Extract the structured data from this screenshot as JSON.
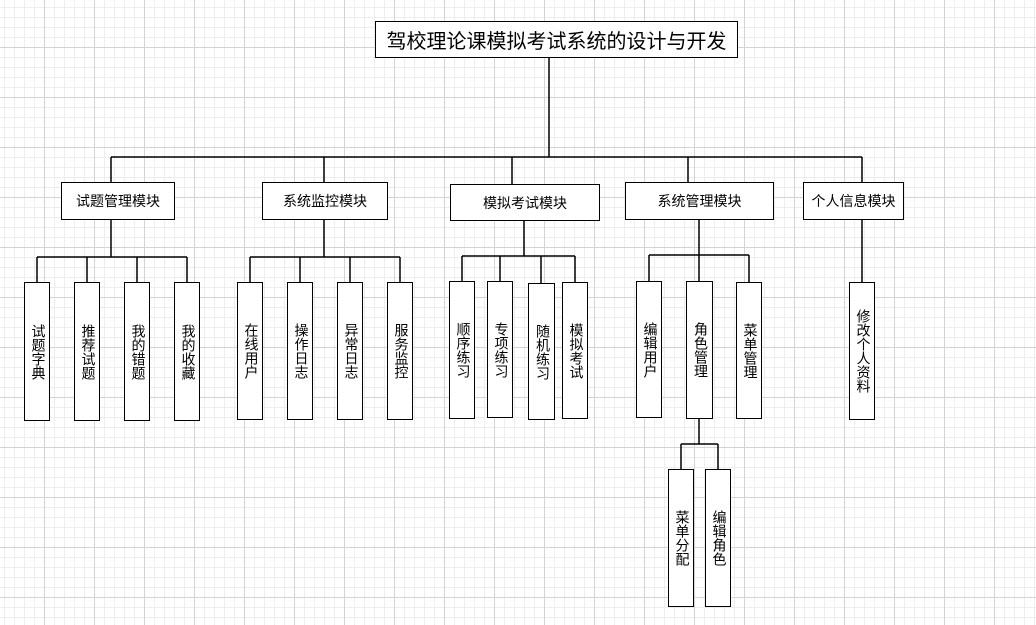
{
  "title": "驾校理论课模拟考试系统的设计与开发",
  "modules": [
    {
      "label": "试题管理模块",
      "children": [
        "试题字典",
        "推荐试题",
        "我的错题",
        "我的收藏"
      ]
    },
    {
      "label": "系统监控模块",
      "children": [
        "在线用户",
        "操作日志",
        "异常日志",
        "服务监控"
      ]
    },
    {
      "label": "模拟考试模块",
      "children": [
        "顺序练习",
        "专项练习",
        "随机练习",
        "模拟考试"
      ]
    },
    {
      "label": "系统管理模块",
      "children": [
        "编辑用户",
        "角色管理",
        "菜单管理"
      ]
    },
    {
      "label": "个人信息模块",
      "children": [
        "修改个人资料"
      ]
    }
  ],
  "sub_children": [
    "菜单分配",
    "编辑角色"
  ]
}
